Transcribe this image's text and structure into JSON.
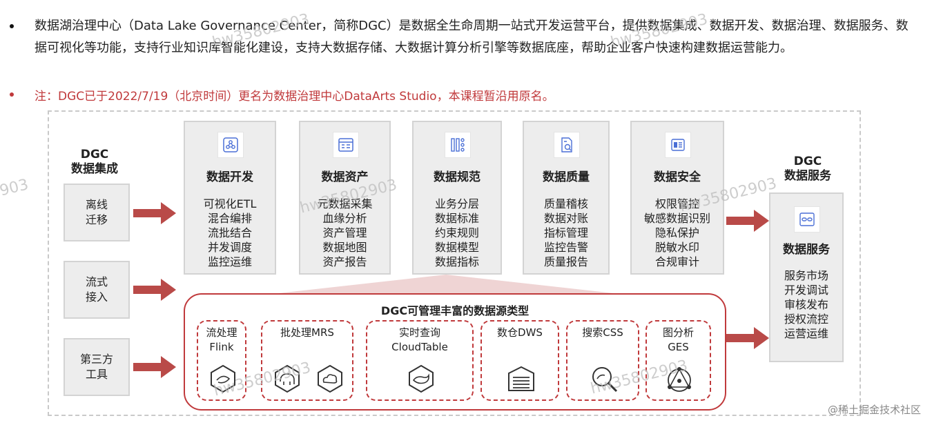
{
  "intro": {
    "text": "数据湖治理中心（Data Lake Governance Center，简称DGC）是数据全生命周期一站式开发运营平台，提供数据集成、数据开发、数据治理、数据服务、数据可视化等功能，支持行业知识库智能化建设，支持大数据存储、大数据计算分析引擎等数据底座，帮助企业客户快速构建数据运营能力。"
  },
  "note": {
    "text": "注：DGC已于2022/7/19（北京时间）更名为数据治理中心DataArts Studio，本课程暂沿用原名。"
  },
  "integration": {
    "title_line1": "DGC",
    "title_line2": "数据集成",
    "boxes": [
      "离线\n迁移",
      "流式\n接入",
      "第三方\n工具"
    ]
  },
  "modules": [
    {
      "title": "数据开发",
      "icon": "workflow-icon",
      "items": [
        "可视化ETL",
        "混合编排",
        "流批结合",
        "并发调度",
        "监控运维"
      ]
    },
    {
      "title": "数据资产",
      "icon": "asset-catalog-icon",
      "items": [
        "元数据采集",
        "血缘分析",
        "资产管理",
        "数据地图",
        "资产报告"
      ]
    },
    {
      "title": "数据规范",
      "icon": "hierarchy-icon",
      "items": [
        "业务分层",
        "数据标准",
        "约束规则",
        "数据模型",
        "数据指标"
      ]
    },
    {
      "title": "数据质量",
      "icon": "quality-check-icon",
      "items": [
        "质量稽核",
        "数据对账",
        "指标管理",
        "监控告警",
        "质量报告"
      ]
    },
    {
      "title": "数据安全",
      "icon": "security-icon",
      "items": [
        "权限管控",
        "敏感数据识别",
        "隐私保护",
        "脱敏水印",
        "合规审计"
      ]
    }
  ],
  "sources": {
    "title": "DGC可管理丰富的数据源类型",
    "items": [
      {
        "label": "流处理\nFlink",
        "icons": [
          "flink-icon"
        ]
      },
      {
        "label": "批处理MRS",
        "icons": [
          "mrs-elephant-icon",
          "mrs-cloud-icon"
        ]
      },
      {
        "label": "实时查询\nCloudTable",
        "icons": [
          "cloudtable-whale-icon"
        ]
      },
      {
        "label": "数仓DWS",
        "icons": [
          "dws-warehouse-icon"
        ]
      },
      {
        "label": "搜索CSS",
        "icons": [
          "css-search-icon"
        ]
      },
      {
        "label": "图分析\nGES",
        "icons": [
          "ges-graph-icon"
        ]
      }
    ]
  },
  "service": {
    "title_line1": "DGC",
    "title_line2": "数据服务",
    "box_title": "数据服务",
    "icon": "api-link-icon",
    "items": [
      "服务市场",
      "开发调试",
      "审核发布",
      "授权流控",
      "运营运维"
    ]
  },
  "watermarks": [
    "hw35802903",
    "hw35802903",
    "hw35802903",
    "hw35802903",
    "hw35802903",
    "hw35802903",
    "903"
  ],
  "footer": {
    "credit": "@稀土掘金技术社区"
  },
  "colors": {
    "accent_red": "#c0393b",
    "box_gray": "#ededed",
    "arrow_red": "#b94a48"
  }
}
